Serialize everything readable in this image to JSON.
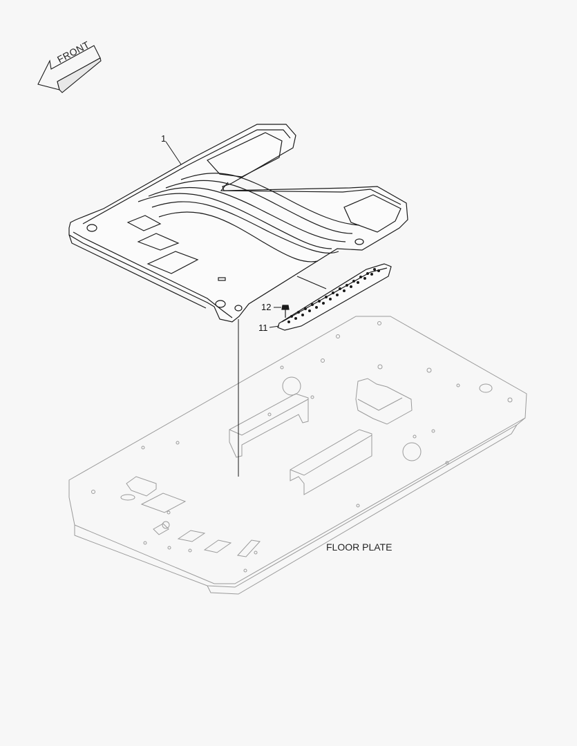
{
  "orientation": {
    "label": "FRONT"
  },
  "callouts": [
    {
      "id": "callout-1",
      "text": "1"
    },
    {
      "id": "callout-12",
      "text": "12"
    },
    {
      "id": "callout-11",
      "text": "11"
    }
  ],
  "floor_plate": {
    "label": "FLOOR PLATE"
  },
  "colors": {
    "background": "#f7f7f7",
    "ink": "#1a1a1a",
    "faint_ink": "#8a8a8a"
  }
}
